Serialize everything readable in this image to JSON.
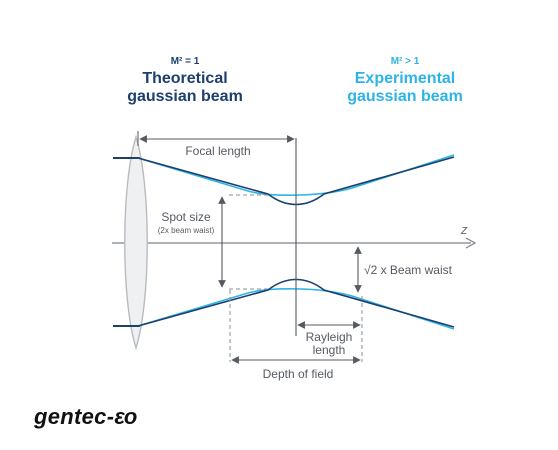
{
  "legend": {
    "theoretical": {
      "subtitle": "M² = 1",
      "title_line1": "Theoretical",
      "title_line2": "gaussian beam",
      "color": "#1d3f6e"
    },
    "experimental": {
      "subtitle": "M² > 1",
      "title_line1": "Experimental",
      "title_line2": "gaussian beam",
      "color": "#2db4e6"
    }
  },
  "labels": {
    "focal_length": "Focal length",
    "spot_size": "Spot size",
    "spot_size_note": "(2x beam waist)",
    "axis_z": "Z",
    "beam_waist": "√2 x Beam waist",
    "rayleigh_line1": "Rayleigh",
    "rayleigh_line2": "length",
    "depth_of_field": "Depth of field"
  },
  "logo": {
    "text": "gentec-eo"
  },
  "colors": {
    "axis": "#555a61",
    "guide": "#8a8f96",
    "lens_fill": "#eef0f2",
    "lens_stroke": "#b7bcc1"
  }
}
